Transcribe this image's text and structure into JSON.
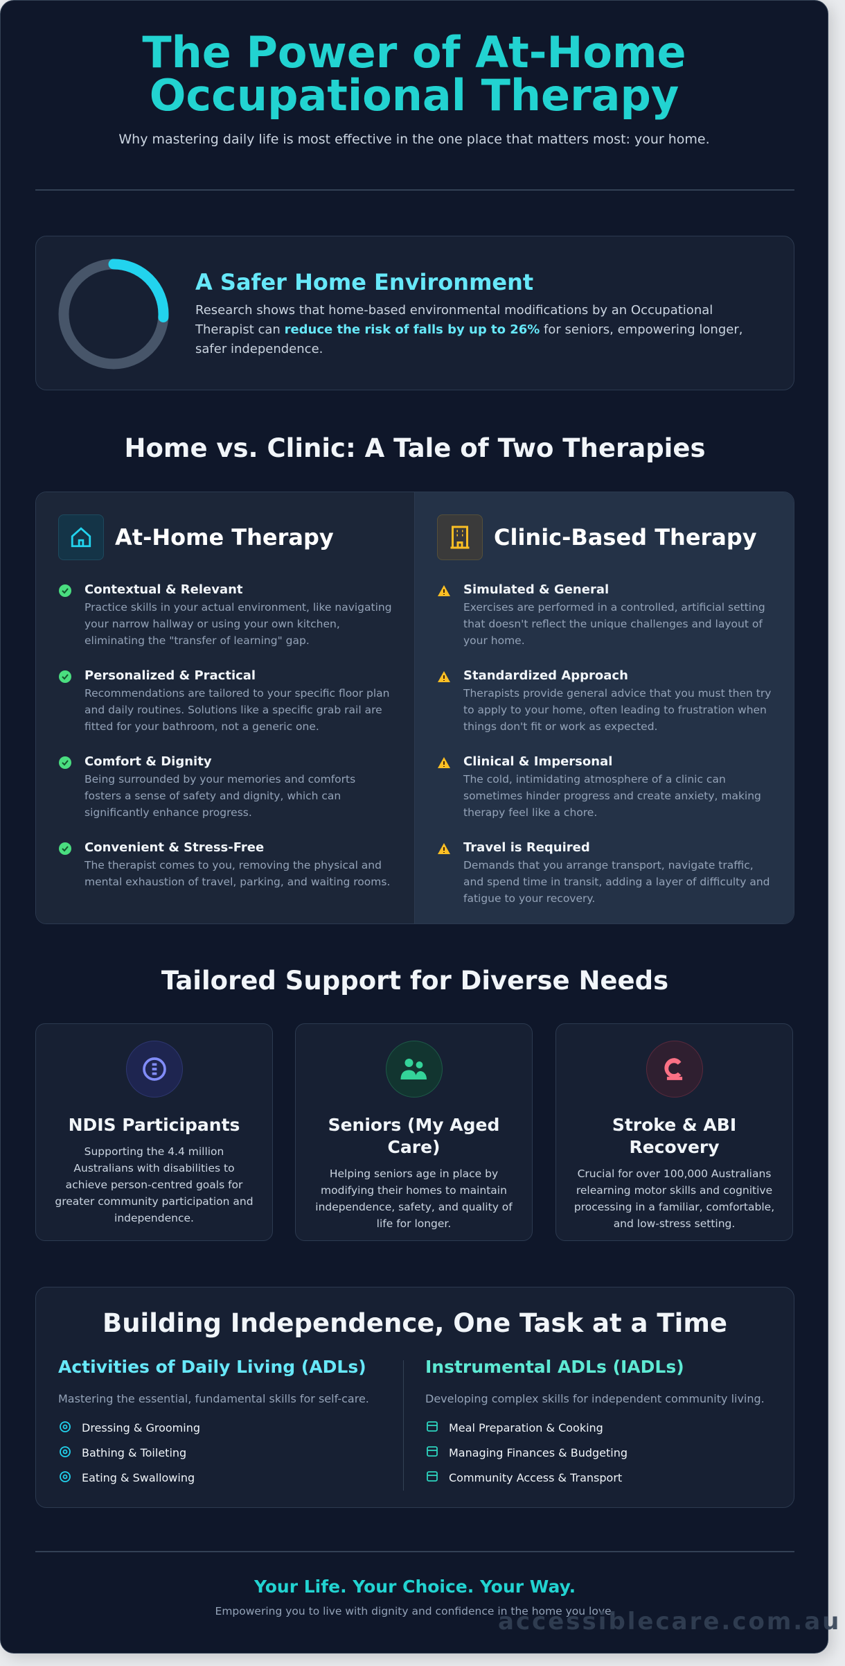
{
  "header": {
    "title": "The Power of At-Home Occupational Therapy",
    "subtitle": "Why mastering daily life is most effective in the one place that matters most: your home."
  },
  "stat": {
    "title": "A Safer Home Environment",
    "text_before": "Research shows that home-based environmental modifications by an Occupational Therapist can ",
    "highlight": "reduce the risk of falls by up to 26%",
    "text_after": " for seniors, empowering longer, safer independence.",
    "ring_percent": 26,
    "ring_color": "#22d3ee"
  },
  "comparison": {
    "heading": "Home vs. Clinic: A Tale of Two Therapies",
    "home": {
      "title": "At-Home Therapy",
      "icon": "home-icon",
      "items": [
        {
          "title": "Contextual & Relevant",
          "text": "Practice skills in your actual environment, like navigating your narrow hallway or using your own kitchen, eliminating the \"transfer of learning\" gap."
        },
        {
          "title": "Personalized & Practical",
          "text": "Recommendations are tailored to your specific floor plan and daily routines. Solutions like a specific grab rail are fitted for your bathroom, not a generic one."
        },
        {
          "title": "Comfort & Dignity",
          "text": "Being surrounded by your memories and comforts fosters a sense of safety and dignity, which can significantly enhance progress."
        },
        {
          "title": "Convenient & Stress-Free",
          "text": "The therapist comes to you, removing the physical and mental exhaustion of travel, parking, and waiting rooms."
        }
      ]
    },
    "clinic": {
      "title": "Clinic-Based Therapy",
      "icon": "building-icon",
      "items": [
        {
          "title": "Simulated & General",
          "text": "Exercises are performed in a controlled, artificial setting that doesn't reflect the unique challenges and layout of your home."
        },
        {
          "title": "Standardized Approach",
          "text": "Therapists provide general advice that you must then try to apply to your home, often leading to frustration when things don't fit or work as expected."
        },
        {
          "title": "Clinical & Impersonal",
          "text": "The cold, intimidating atmosphere of a clinic can sometimes hinder progress and create anxiety, making therapy feel like a chore."
        },
        {
          "title": "Travel is Required",
          "text": "Demands that you arrange transport, navigate traffic, and spend time in transit, adding a layer of difficulty and fatigue to your recovery."
        }
      ]
    }
  },
  "audiences": {
    "heading": "Tailored Support for Diverse Needs",
    "items": [
      {
        "title": "NDIS Participants",
        "text": "Supporting the 4.4 million Australians with disabilities to achieve person-centred goals for greater community participation and independence.",
        "color": "#818cf8"
      },
      {
        "title": "Seniors (My Aged Care)",
        "text": "Helping seniors age in place by modifying their homes to maintain independence, safety, and quality of life for longer.",
        "color": "#34d399"
      },
      {
        "title": "Stroke & ABI Recovery",
        "text": "Crucial for over 100,000 Australians relearning motor skills and cognitive processing in a familiar, comfortable, and low-stress setting.",
        "color": "#fb7185"
      }
    ]
  },
  "adl": {
    "heading": "Building Independence, One Task at a Time",
    "basic": {
      "title": "Activities of Daily Living (ADLs)",
      "desc": "Mastering the essential, fundamental skills for self-care.",
      "items": [
        "Dressing & Grooming",
        "Bathing & Toileting",
        "Eating & Swallowing"
      ]
    },
    "instrumental": {
      "title": "Instrumental ADLs (IADLs)",
      "desc": "Developing complex skills for independent community living.",
      "items": [
        "Meal Preparation & Cooking",
        "Managing Finances & Budgeting",
        "Community Access & Transport"
      ]
    }
  },
  "footer": {
    "tagline": "Your Life. Your Choice. Your Way.",
    "sub": "Empowering you to live with dignity and confidence in the home you love.",
    "watermark": "accessiblecare.com.au"
  }
}
